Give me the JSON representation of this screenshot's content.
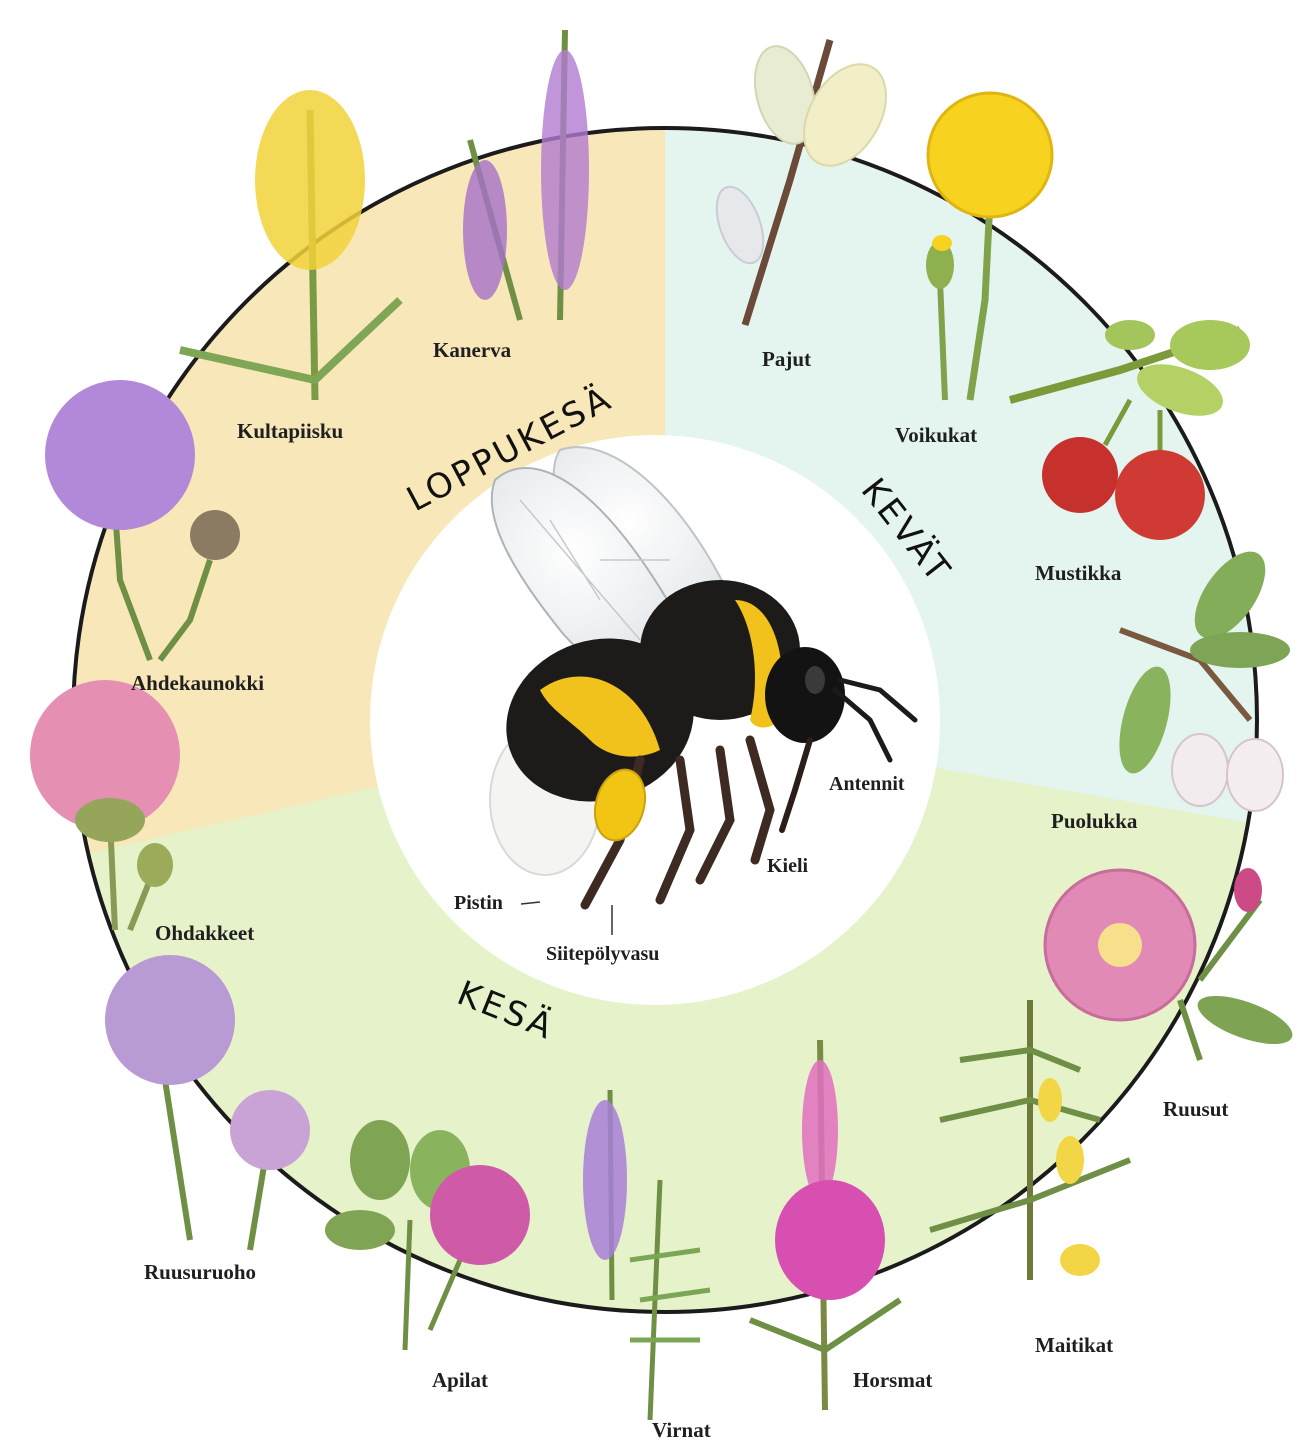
{
  "seasons": {
    "spring": {
      "label": "KEVÄT",
      "color": "#e4f5f0"
    },
    "summer": {
      "label": "KESÄ",
      "color": "#e6f2c9"
    },
    "late_summer": {
      "label": "LOPPUKESÄ",
      "color": "#f8e7b8"
    }
  },
  "colors": {
    "ring_border": "#1b1b1b",
    "center_fill": "#ffffff"
  },
  "bee_parts": {
    "antennae": "Antennit",
    "tongue": "Kieli",
    "stinger": "Pistin",
    "pollen_basket": "Siitepölyvasu"
  },
  "flowers": {
    "pajut": "Pajut",
    "voikukat": "Voikukat",
    "mustikka": "Mustikka",
    "puolukka": "Puolukka",
    "ruusut": "Ruusut",
    "maitikat": "Maitikat",
    "horsmat": "Horsmat",
    "virnat": "Virnat",
    "apilat": "Apilat",
    "ruusuruoho": "Ruusuruoho",
    "ohdakkeet": "Ohdakkeet",
    "ahdekaunokki": "Ahdekaunokki",
    "kultapiisku": "Kultapiisku",
    "kanerva": "Kanerva"
  }
}
